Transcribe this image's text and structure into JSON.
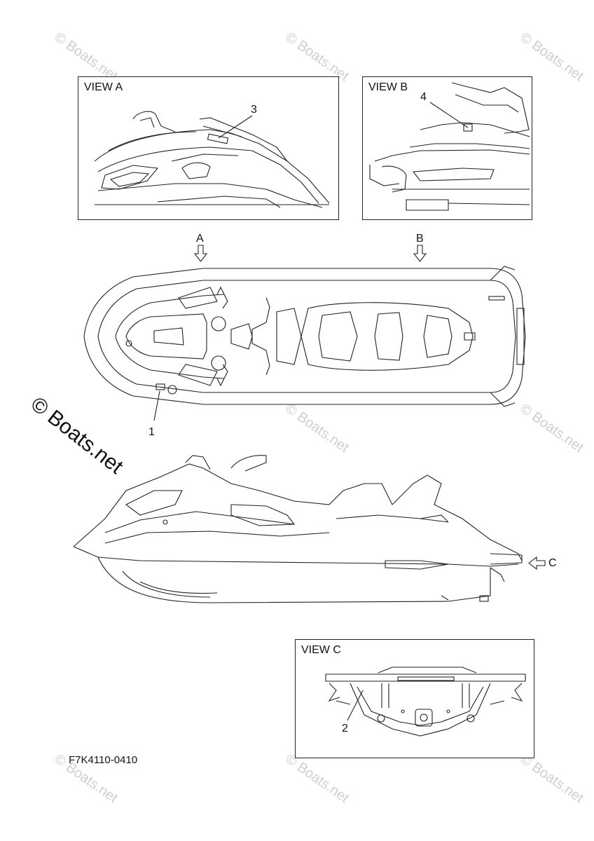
{
  "views": {
    "a": {
      "label": "VIEW A",
      "callout": "3"
    },
    "b": {
      "label": "VIEW B",
      "callout": "4"
    },
    "c": {
      "label": "VIEW C",
      "callout": "2"
    }
  },
  "top_view": {
    "callout": "1",
    "arrow_a": "A",
    "arrow_b": "B"
  },
  "side_view": {
    "arrow_c": "C"
  },
  "watermark": "© Boats.net",
  "diagram_code": "F7K4110-0410"
}
